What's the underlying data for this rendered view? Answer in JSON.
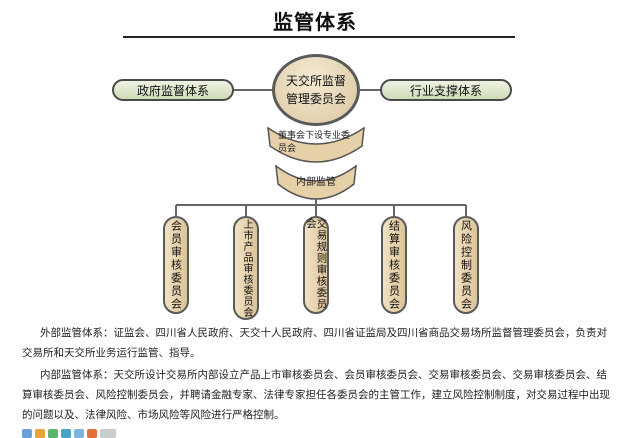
{
  "title": "监管体系",
  "nodes": {
    "center": [
      "天交所监督",
      "管理委员会"
    ],
    "left": "政府监督体系",
    "right": "行业支撑体系",
    "arc_upper": "董事会下设专业委员会",
    "arc_lower": "内部监管"
  },
  "committees": [
    {
      "label": "会员审核委员会"
    },
    {
      "label": "上市产品审核委员会"
    },
    {
      "label": "交易规则审核委员会"
    },
    {
      "label": "结算审核委员会"
    },
    {
      "label": "风险控制委员会"
    }
  ],
  "paragraphs": [
    "外部监管体系：证监会、四川省人民政府、天交十人民政府、四川省证监局及四川省商品交易场所监督管理委员会，负责对交易所和天交所业务运行监管、指导。",
    "内部监管体系：天交所设计交易所内部设立产品上市审核委员会、会员审核委员会、交易审核委员会、交易审核委员会、结算审核委员会、风险控制委员会，并聘请金融专家、法律专家担任各委员会的主管工作，建立风险控制制度，对交易过程中出现的问题以及、法律风险、市场风险等风险进行严格控制。"
  ],
  "colors": {
    "pill_fill": "#d8e3c4",
    "circle_fill": "#e8d9b8",
    "committee_fill": "#e6d0a8",
    "outline": "#555555"
  },
  "footer_icons": [
    "share-icon-1",
    "share-icon-2",
    "share-icon-3",
    "share-icon-4",
    "share-icon-5",
    "share-icon-6",
    "share-icon-7"
  ]
}
